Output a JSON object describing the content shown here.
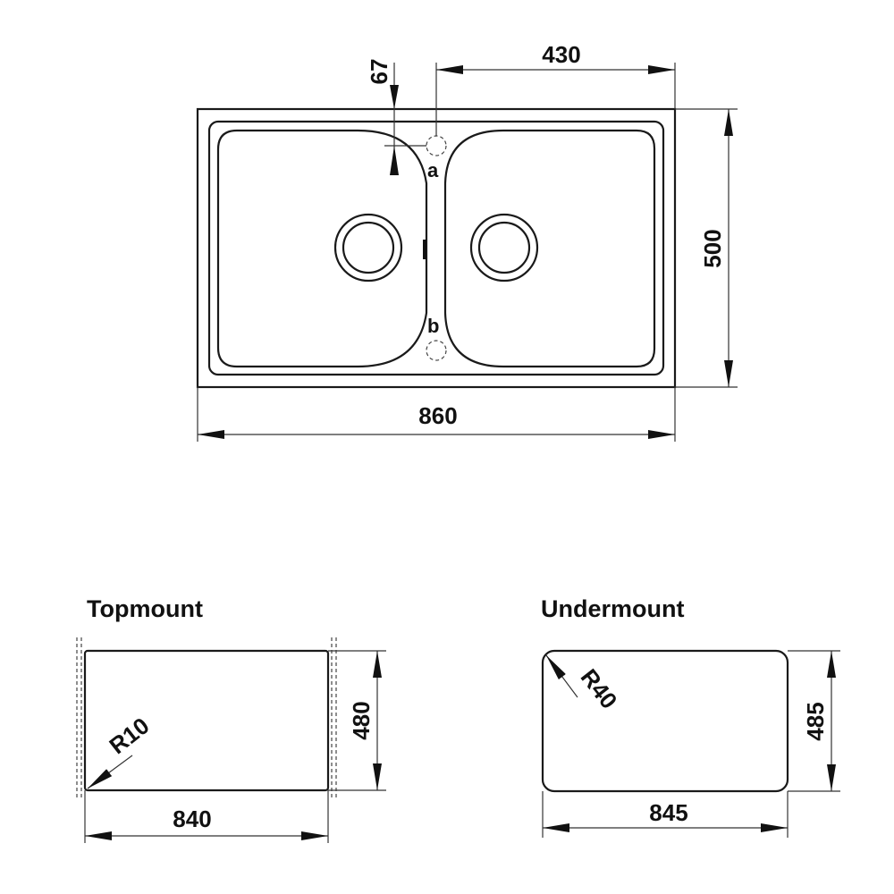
{
  "main_view": {
    "overall_width": "860",
    "overall_depth": "500",
    "tap_hole_offset": "430",
    "tap_hole_edge_distance": "67",
    "tap_hole_a_label": "a",
    "tap_hole_b_label": "b"
  },
  "topmount": {
    "title": "Topmount",
    "cutout_width": "840",
    "cutout_depth": "480",
    "corner_radius": "R10"
  },
  "undermount": {
    "title": "Undermount",
    "cutout_width": "845",
    "cutout_depth": "485",
    "corner_radius": "R40"
  }
}
